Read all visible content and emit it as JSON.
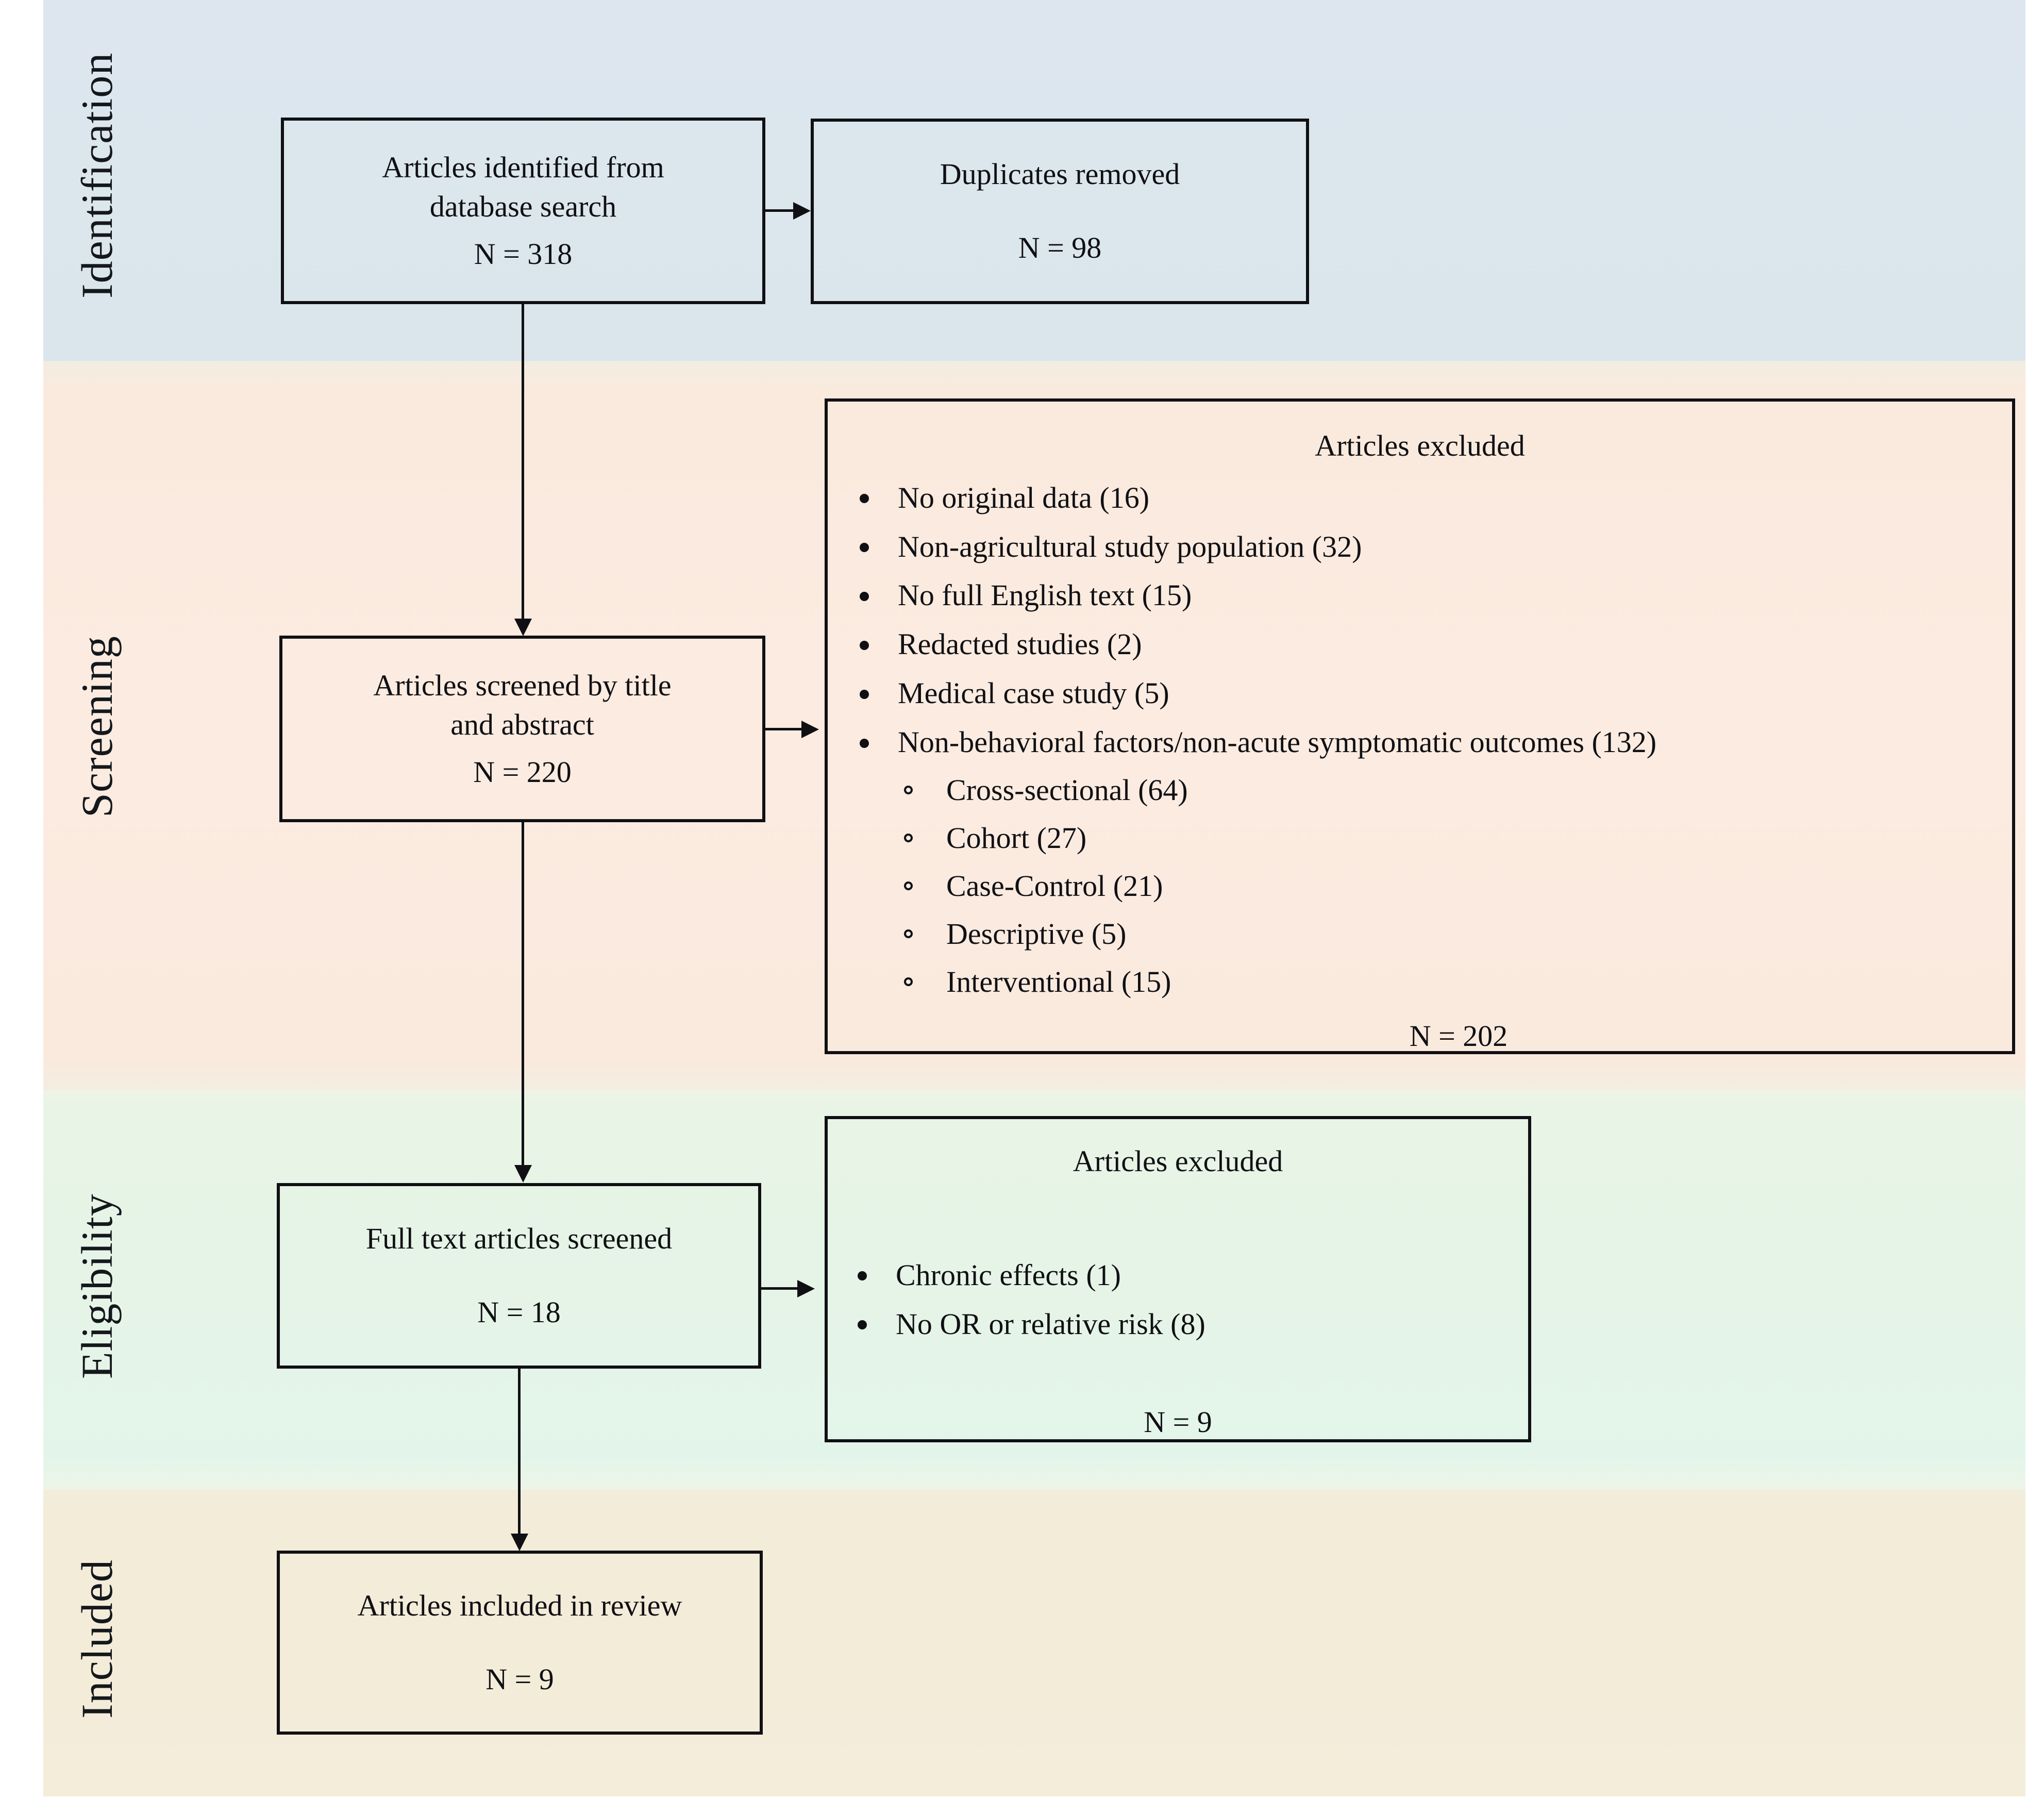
{
  "figure": {
    "type": "prisma-flow-diagram",
    "colors": {
      "identification_band": "#dce6ed",
      "screening_band": "#fbebe0",
      "eligibility_band": "#e6f4e7",
      "included_band": "#f3ecd9",
      "box_border": "#101014",
      "text": "#101014"
    }
  },
  "stages": [
    {
      "key": "identification",
      "label": "Identification"
    },
    {
      "key": "screening",
      "label": "Screening"
    },
    {
      "key": "eligibility",
      "label": "Eligibility"
    },
    {
      "key": "included",
      "label": "Included"
    }
  ],
  "boxes": {
    "identified": {
      "line1": "Articles identified from",
      "line2": "database search",
      "n": "N = 318"
    },
    "duplicates": {
      "line1": "Duplicates removed",
      "n": "N = 98"
    },
    "screened": {
      "line1": "Articles screened by title",
      "line2": "and abstract",
      "n": "N = 220"
    },
    "fulltext": {
      "line1": "Full text articles screened",
      "n": "N = 18"
    },
    "included": {
      "line1": "Articles included in review",
      "n": "N = 9"
    }
  },
  "excluded_screening": {
    "heading": "Articles excluded",
    "items": [
      "No original data (16)",
      "Non-agricultural study population (32)",
      "No full English text (15)",
      "Redacted studies (2)",
      "Medical case study (5)",
      "Non-behavioral factors/non-acute symptomatic outcomes (132)"
    ],
    "subitems": [
      "Cross-sectional (64)",
      "Cohort (27)",
      "Case-Control (21)",
      "Descriptive (5)",
      "Interventional (15)"
    ],
    "total": "N = 202"
  },
  "excluded_eligibility": {
    "heading": "Articles excluded",
    "items": [
      "Chronic effects (1)",
      "No OR or relative risk (8)"
    ],
    "total": "N = 9"
  },
  "chart_data": {
    "type": "table",
    "title": "PRISMA study selection flow",
    "stages": [
      "Identification",
      "Screening",
      "Eligibility",
      "Included"
    ],
    "nodes": [
      {
        "stage": "Identification",
        "label": "Articles identified from database search",
        "n": 318
      },
      {
        "stage": "Identification",
        "label": "Duplicates removed",
        "n": 98
      },
      {
        "stage": "Screening",
        "label": "Articles screened by title and abstract",
        "n": 220
      },
      {
        "stage": "Screening",
        "label": "Articles excluded",
        "n": 202
      },
      {
        "stage": "Eligibility",
        "label": "Full text articles screened",
        "n": 18
      },
      {
        "stage": "Eligibility",
        "label": "Articles excluded",
        "n": 9
      },
      {
        "stage": "Included",
        "label": "Articles included in review",
        "n": 9
      }
    ],
    "exclusion_reasons_screening": [
      {
        "reason": "No original data",
        "count": 16
      },
      {
        "reason": "Non-agricultural study population",
        "count": 32
      },
      {
        "reason": "No full English text",
        "count": 15
      },
      {
        "reason": "Redacted studies",
        "count": 2
      },
      {
        "reason": "Medical case study",
        "count": 5
      },
      {
        "reason": "Non-behavioral factors/non-acute symptomatic outcomes",
        "count": 132,
        "breakdown": [
          {
            "reason": "Cross-sectional",
            "count": 64
          },
          {
            "reason": "Cohort",
            "count": 27
          },
          {
            "reason": "Case-Control",
            "count": 21
          },
          {
            "reason": "Descriptive",
            "count": 5
          },
          {
            "reason": "Interventional",
            "count": 15
          }
        ]
      }
    ],
    "exclusion_reasons_eligibility": [
      {
        "reason": "Chronic effects",
        "count": 1
      },
      {
        "reason": "No OR or relative risk",
        "count": 8
      }
    ]
  }
}
